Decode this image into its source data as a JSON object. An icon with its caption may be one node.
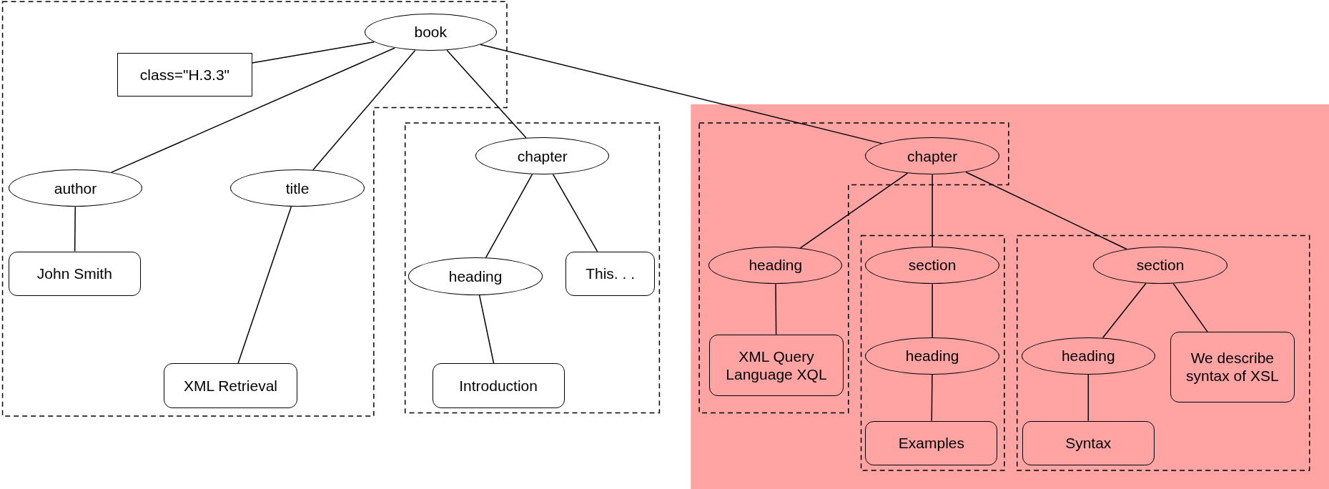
{
  "diagram": {
    "nodes": [
      {
        "text": [
          "book"
        ]
      },
      {
        "text": [
          "class=\"H.3.3\""
        ]
      },
      {
        "text": [
          "author"
        ]
      },
      {
        "text": [
          "title"
        ]
      },
      {
        "text": [
          "John Smith"
        ]
      },
      {
        "text": [
          "XML Retrieval"
        ]
      },
      {
        "text": [
          "chapter"
        ]
      },
      {
        "text": [
          "heading"
        ]
      },
      {
        "text": [
          "This. . ."
        ]
      },
      {
        "text": [
          "Introduction"
        ]
      },
      {
        "text": [
          "chapter"
        ]
      },
      {
        "text": [
          "heading"
        ]
      },
      {
        "text": [
          "section"
        ]
      },
      {
        "text": [
          "section"
        ]
      },
      {
        "text": [
          "XML Query Language XQL"
        ]
      },
      {
        "text": [
          "heading"
        ]
      },
      {
        "text": [
          "Examples"
        ]
      },
      {
        "text": [
          "heading"
        ]
      },
      {
        "text": [
          "We describe syntax of XSL"
        ]
      },
      {
        "text": [
          "Syntax"
        ]
      }
    ],
    "edges": [
      {
        "from": 0,
        "to": 1,
        "arrow": "none"
      },
      {
        "from": 0,
        "to": 2,
        "arrow": "none"
      },
      {
        "from": 0,
        "to": 3,
        "arrow": "none"
      },
      {
        "from": 0,
        "to": 6,
        "arrow": "none"
      },
      {
        "from": 0,
        "to": 10,
        "arrow": "none"
      },
      {
        "from": 2,
        "to": 4,
        "arrow": "none"
      },
      {
        "from": 3,
        "to": 5,
        "arrow": "none"
      },
      {
        "from": 6,
        "to": 7,
        "arrow": "none"
      },
      {
        "from": 6,
        "to": 8,
        "arrow": "none"
      },
      {
        "from": 7,
        "to": 9,
        "arrow": "none"
      },
      {
        "from": 10,
        "to": 11,
        "arrow": "none"
      },
      {
        "from": 10,
        "to": 12,
        "arrow": "none"
      },
      {
        "from": 10,
        "to": 13,
        "arrow": "none"
      },
      {
        "from": 11,
        "to": 14,
        "arrow": "none"
      },
      {
        "from": 12,
        "to": 15,
        "arrow": "none"
      },
      {
        "from": 15,
        "to": 16,
        "arrow": "none"
      },
      {
        "from": 13,
        "to": 17,
        "arrow": "none"
      },
      {
        "from": 13,
        "to": 18,
        "arrow": "none"
      },
      {
        "from": 17,
        "to": 19,
        "arrow": "none"
      }
    ]
  }
}
